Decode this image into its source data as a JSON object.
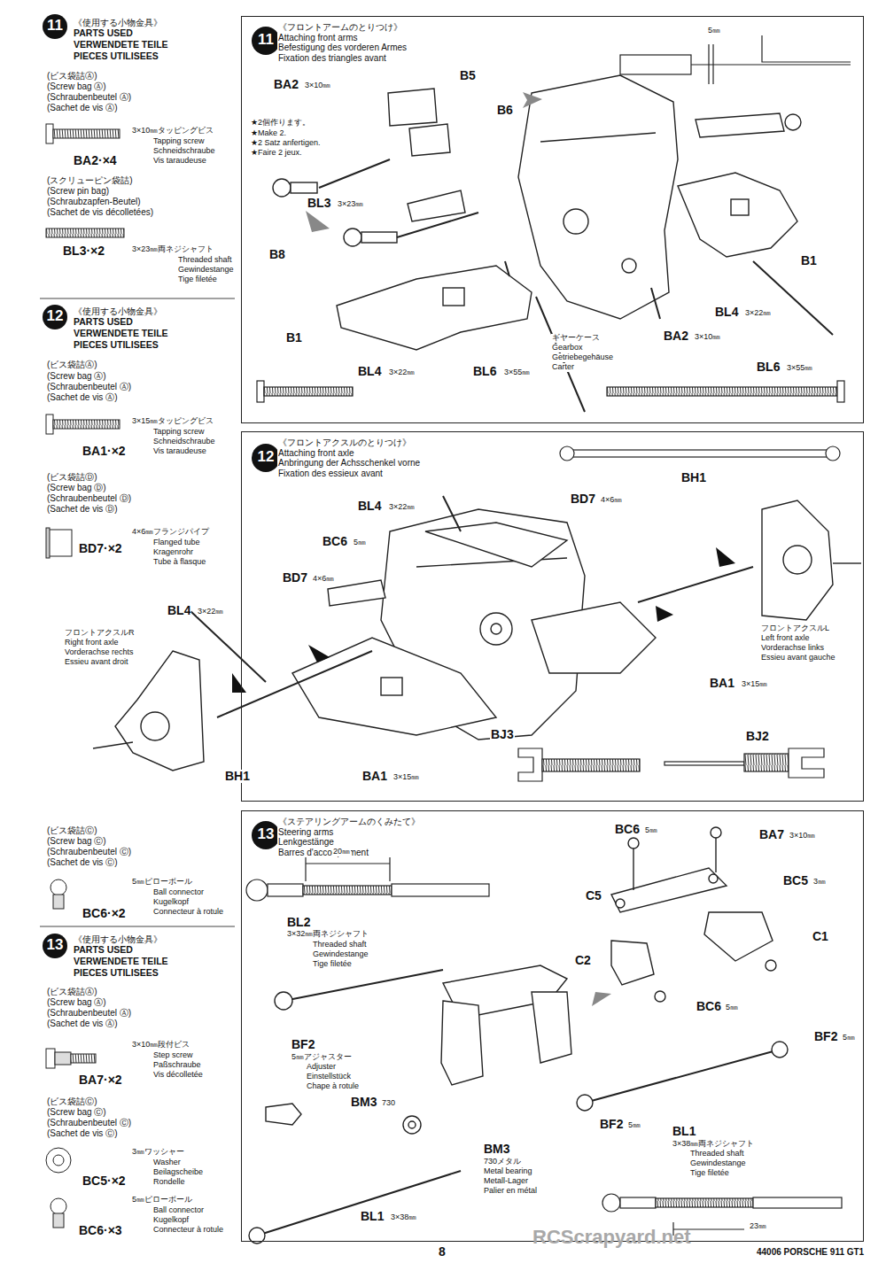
{
  "diagram": {
    "nodes": [
      {
        "text": [
          "《フロントアームのとりつけ》",
          "Attaching front arms",
          "Befestigung des vorderen Armes",
          "Fixation des triangles avant"
        ]
      },
      {
        "text": [
          "《フロントアクスルのとりつけ》",
          "Attaching front axle",
          "Anbringung der Achsschenkel vorne",
          "Fixation des essieux avant"
        ]
      },
      {
        "text": [
          "《ステアリングアームのくみたて》",
          "Steering arms",
          "Lenkgestänge",
          "Barres d'accouplement"
        ]
      }
    ],
    "labels": [
      "11",
      "《使用する小物金具》",
      "PARTS USED",
      "VERWENDETE TEILE",
      "PIECES UTILISEES",
      "(ビス袋詰Ⓐ)",
      "(Screw bag Ⓐ)",
      "(Schraubenbeutel Ⓐ)",
      "(Sachet de vis Ⓐ)",
      "3×10㎜タッピングビス",
      "Tapping screw",
      "Schneidschraube",
      "Vis taraudeuse",
      "BA2·×4",
      "(スクリューピン袋詰)",
      "(Screw pin bag)",
      "(Schraubzapfen-Beutel)",
      "(Sachet de vis décolletées)",
      "BL3·×2",
      "3×23㎜両ネジシャフト",
      "Threaded shaft",
      "Gewindestange",
      "Tige filetée",
      "12",
      "《使用する小物金具》",
      "PARTS USED",
      "VERWENDETE TEILE",
      "PIECES UTILISEES",
      "(ビス袋詰Ⓐ)",
      "(Screw bag Ⓐ)",
      "(Schraubenbeutel Ⓐ)",
      "(Sachet de vis Ⓐ)",
      "3×15㎜タッピングビス",
      "Tapping screw",
      "Schneidschraube",
      "Vis taraudeuse",
      "BA1·×2",
      "(ビス袋詰Ⓓ)",
      "(Screw bag Ⓓ)",
      "(Schraubenbeutel Ⓓ)",
      "(Sachet de vis Ⓓ)",
      "4×6㎜フランジパイプ",
      "Flanged tube",
      "Kragenrohr",
      "Tube à flasque",
      "BD7·×2",
      "(ビス袋詰Ⓒ)",
      "(Screw bag Ⓒ)",
      "(Schraubenbeutel Ⓒ)",
      "(Sachet de vis Ⓒ)",
      "5㎜ピローボール",
      "Ball connector",
      "Kugelkopf",
      "Connecteur à rotule",
      "BC6·×2",
      "13",
      "《使用する小物金具》",
      "PARTS USED",
      "VERWENDETE TEILE",
      "PIECES UTILISEES",
      "(ビス袋詰Ⓐ)",
      "(Screw bag Ⓐ)",
      "(Schraubenbeutel Ⓐ)",
      "(Sachet de vis Ⓐ)",
      "3×10㎜段付ビス",
      "Step screw",
      "Paßschraube",
      "Vis décolletée",
      "BA7·×2",
      "(ビス袋詰Ⓒ)",
      "(Screw bag Ⓒ)",
      "(Schraubenbeutel Ⓒ)",
      "(Sachet de vis Ⓒ)",
      "3㎜ワッシャー",
      "Washer",
      "Beilagscheibe",
      "Rondelle",
      "BC5·×2",
      "5㎜ピローボール",
      "Ball connector",
      "Kugelkopf",
      "Connecteur à rotule",
      "BC6·×3",
      "11",
      "BA2",
      "3×10㎜",
      "B5",
      "B6",
      "★2個作ります。",
      "★Make 2.",
      "★2 Satz anfertigen.",
      "★Faire 2 jeux.",
      "BL3",
      "3×23㎜",
      "B8",
      "B1",
      "B1",
      "ギヤーケース",
      "Gearbox",
      "Getriebegehäuse",
      "Carter",
      "BA2",
      "3×10㎜",
      "BL4",
      "3×22㎜",
      "BL6",
      "3×55㎜",
      "BL4",
      "3×22㎜",
      "BL6",
      "3×55㎜",
      "5㎜",
      "12",
      "BL4",
      "3×22㎜",
      "BD7",
      "4×6㎜",
      "BH1",
      "BC6",
      "5㎜",
      "BD7",
      "4×6㎜",
      "BL4",
      "3×22㎜",
      "フロントアクスルR",
      "Right front axle",
      "Vorderachse rechts",
      "Essieu avant droit",
      "フロントアクスルL",
      "Left front axle",
      "Vorderachse links",
      "Essieu avant gauche",
      "BA1",
      "3×15㎜",
      "BJ2",
      "BJ3",
      "BH1",
      "BA1",
      "3×15㎜",
      "13",
      "BC6",
      "5㎜",
      "BA7",
      "3×10㎜",
      "20㎜",
      "BC5",
      "3㎜",
      "C5",
      "BL2",
      "3×32㎜両ネジシャフト",
      "Threaded shaft",
      "Gewindestange",
      "Tige filetée",
      "C1",
      "C2",
      "BC6",
      "5㎜",
      "BF2",
      "5㎜アジャスター",
      "Adjuster",
      "Einstellstück",
      "Chape à rotule",
      "BM3",
      "730",
      "BF2",
      "5㎜",
      "BF2",
      "5㎜",
      "BL1",
      "3×38㎜両ネジシャフト",
      "Threaded shaft",
      "Gewindestange",
      "Tige filetée",
      "BM3",
      "730メタル",
      "Metal bearing",
      "Metall-Lager",
      "Palier en métal",
      "23㎜",
      "BL1",
      "3×38㎜",
      "RCScrapyard.net",
      "44006 PORSCHE 911 GT1",
      "8"
    ]
  }
}
